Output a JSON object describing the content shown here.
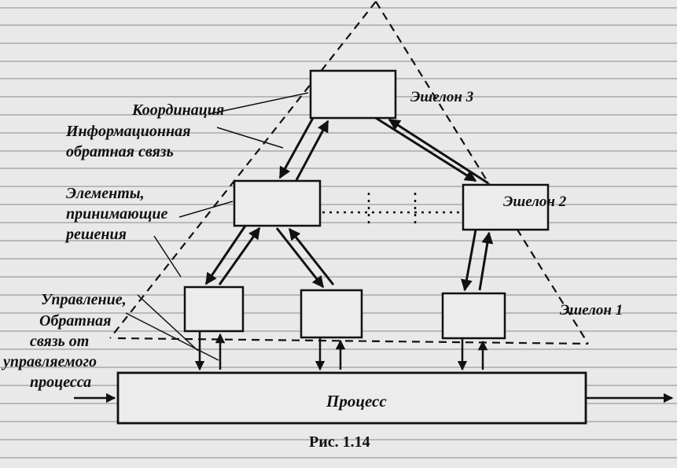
{
  "diagram": {
    "echelons": {
      "e3": "Эшелон 3",
      "e2": "Эшелон 2",
      "e1": "Эшелон 1"
    },
    "left_labels": {
      "coordination": "Координация",
      "info_feedback_1": "Информационная",
      "info_feedback_2": "обратная связь",
      "decision_1": "Элементы,",
      "decision_2": "принимающие",
      "decision_3": "решения",
      "control": "Управление,",
      "process_feedback_1": "Обратная",
      "process_feedback_2": "связь от",
      "process_feedback_3": "управляемого",
      "process_feedback_4": "процесса"
    },
    "process_label": "Процесс",
    "caption": "Рис. 1.14"
  }
}
